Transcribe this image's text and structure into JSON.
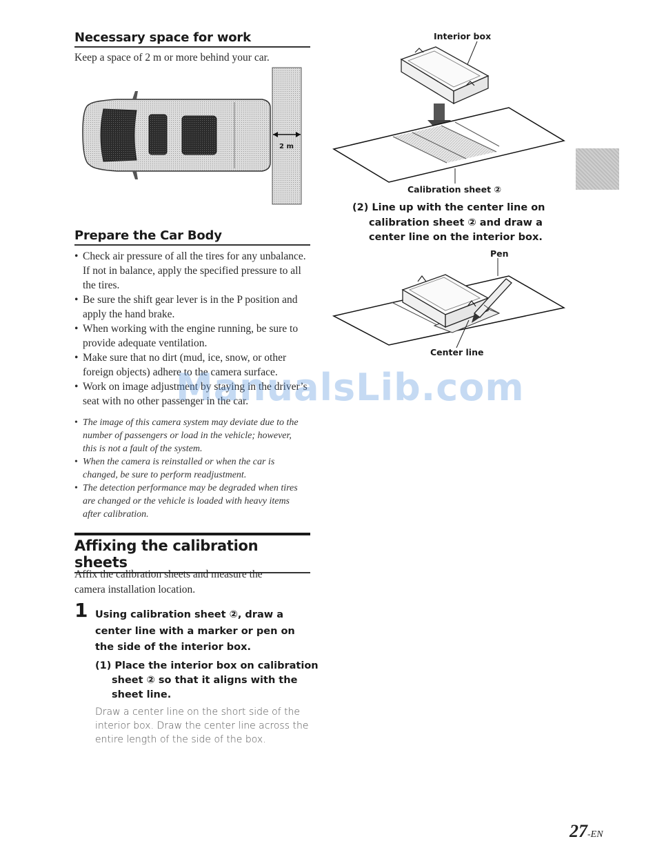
{
  "left": {
    "space_heading": "Necessary space for work",
    "space_text": "Keep a space of 2 m or more behind your car.",
    "space_dim_label": "2 m",
    "prepare_heading": "Prepare the Car Body",
    "prepare_bullets": [
      "Check air pressure of all the tires for any unbalance. If not in balance, apply the specified pressure to all the tires.",
      "Be sure the shift gear lever is in the P position and apply the hand brake.",
      "When working with the engine running, be sure to provide adequate ventilation.",
      "Make sure that no dirt (mud, ice, snow, or other foreign objects) adhere to the camera surface.",
      "Work on image adjustment by staying in the driver’s seat with no other passenger in the car."
    ],
    "notes": [
      "The image of this camera system may deviate due to the number of passengers or load in the vehicle; however, this is not a fault of the system.",
      "When the camera is reinstalled or when the car is changed, be sure to perform readjustment.",
      "The detection performance may be degraded when tires are changed or the vehicle is loaded with heavy items after calibration."
    ],
    "affix_heading": "Affixing the calibration sheets",
    "affix_text": "Affix the calibration sheets and measure the camera installation location.",
    "step_number": "1",
    "step_text": "Using calibration sheet ②, draw a center line with a marker or pen on the side of the interior box.",
    "sub1_text": "(1) Place the interior box on calibration sheet ② so that it aligns with the sheet line.",
    "sub1_body": "Draw a center line on the short side of the interior box. Draw the center line across the entire length of the side of the box."
  },
  "right": {
    "label_interior_box": "Interior box",
    "label_calibration_sheet": "Calibration sheet ②",
    "sub2_text": "(2) Line up with the center line on calibration sheet ② and draw a center line on the interior box.",
    "label_pen": "Pen",
    "label_center_line": "Center line"
  },
  "watermark": "ManualsLib.com",
  "page_number": "27",
  "page_suffix": "-EN"
}
